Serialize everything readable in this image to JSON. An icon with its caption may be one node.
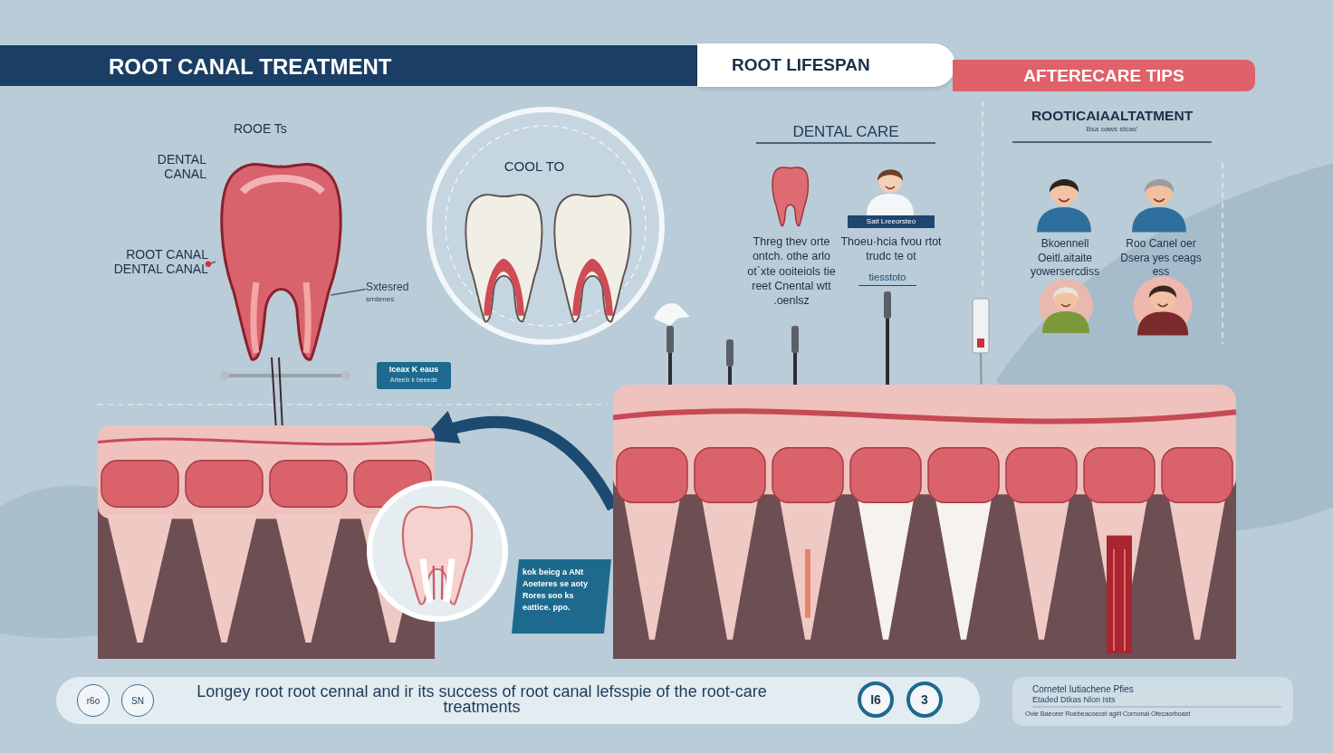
{
  "diagram": {
    "nodes": [
      {
        "text": [
          "ROOT CANAL TREATMENT"
        ]
      },
      {
        "text": [
          "ROOT LIFESPAN"
        ]
      },
      {
        "text": [
          "AFTERECARE TIPS"
        ]
      },
      {
        "text": [
          "ROOT CANAL DENTAL CANAL"
        ]
      },
      {
        "text": [],
        "shape": "picture"
      },
      {
        "text": [
          "Sxtesred",
          "srrdenes"
        ]
      },
      {
        "text": [
          "COOL TO"
        ]
      },
      {
        "text": [
          "Iceax K eaus",
          "Arteeix k beeede"
        ]
      },
      {
        "text": [],
        "shape": "picture"
      },
      {
        "text": [],
        "shape": "picture"
      },
      {
        "text": [
          "kok beicg a ANt Aoeteres se aoty Rores soo ks eattice. ppo."
        ]
      },
      {
        "text": [],
        "shape": "picture"
      },
      {
        "text": [
          "Longey root root cennal and ir its success of root canal lefsspie of the root-care treatments"
        ]
      },
      {
        "text": [
          "r6o"
        ],
        "in": 12
      },
      {
        "text": [
          "SN"
        ],
        "in": 12
      },
      {
        "text": [
          "I6"
        ],
        "in": 12
      },
      {
        "text": [
          "3"
        ],
        "in": 12
      },
      {
        "text": [
          "Cornetel Iutiachene Pfies",
          "Etaded Dtkas Nlon Ists",
          "Ovle Baeorer Ruebeacoecel ag#l Cornonal Ofecaorboast"
        ]
      }
    ],
    "edges": [
      {
        "from": 3,
        "to": 4,
        "arrow": "other"
      },
      {
        "from": 5,
        "to": 4,
        "arrow": "none"
      },
      {
        "from": 11,
        "to": 8,
        "arrow": "to",
        "style": "thick",
        "color": "#1d4a70"
      }
    ],
    "labels": [
      "ROOE Ts",
      "DENTAL CANAL",
      "DENTAL CARE",
      "Threg thev orte ontch. othe arlo ot`xte ooiteiols tie reet Cnental wtt .oenlsz",
      "Sait Lreeorsteo",
      "Thoeu·hcia fvou rtot trudc te ot",
      "tiesstoto",
      "ROOTICAIAALTATMENT",
      "Bsa oaws stcas'",
      "Bkoennell Oeitl.aitaite yowersercdiss",
      "Roo Canel oer Dsera yes ceags ess"
    ]
  }
}
